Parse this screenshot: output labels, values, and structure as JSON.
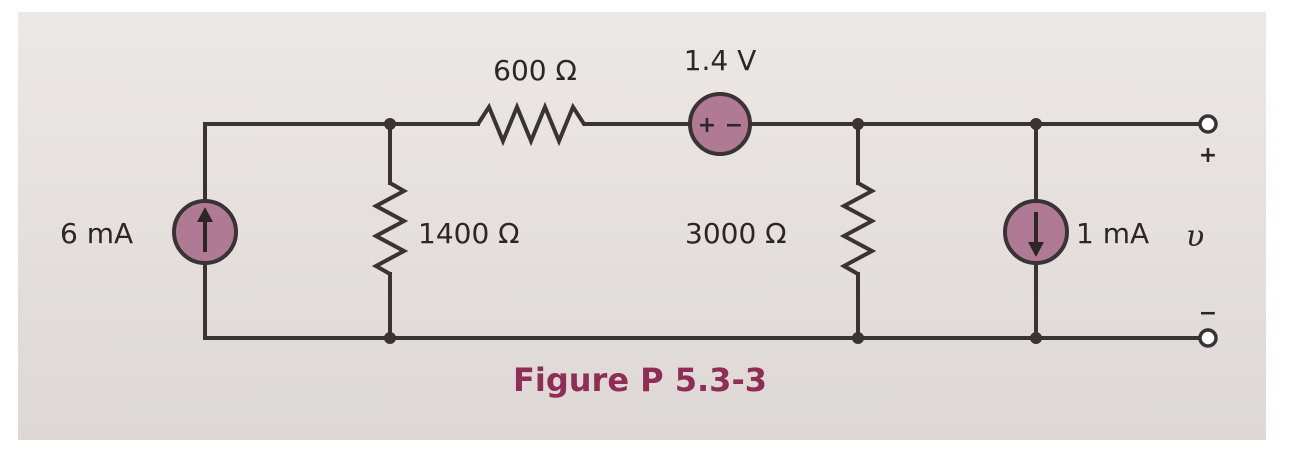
{
  "figure": {
    "caption": "Figure P 5.3-3"
  },
  "elements": {
    "current_source_left": {
      "label": "6 mA"
    },
    "resistor_shunt_left": {
      "label": "1400 Ω"
    },
    "resistor_series": {
      "label": "600 Ω"
    },
    "voltage_source": {
      "label": "1.4 V",
      "plus": "+",
      "minus": "−"
    },
    "resistor_shunt_right": {
      "label": "3000 Ω"
    },
    "current_source_right": {
      "label": "1 mA"
    }
  },
  "output": {
    "variable": "υ",
    "plus": "+",
    "minus": "−"
  },
  "colors": {
    "source_fill": "#b07a95",
    "caption": "#8f2d55",
    "wire": "#3a3336"
  }
}
